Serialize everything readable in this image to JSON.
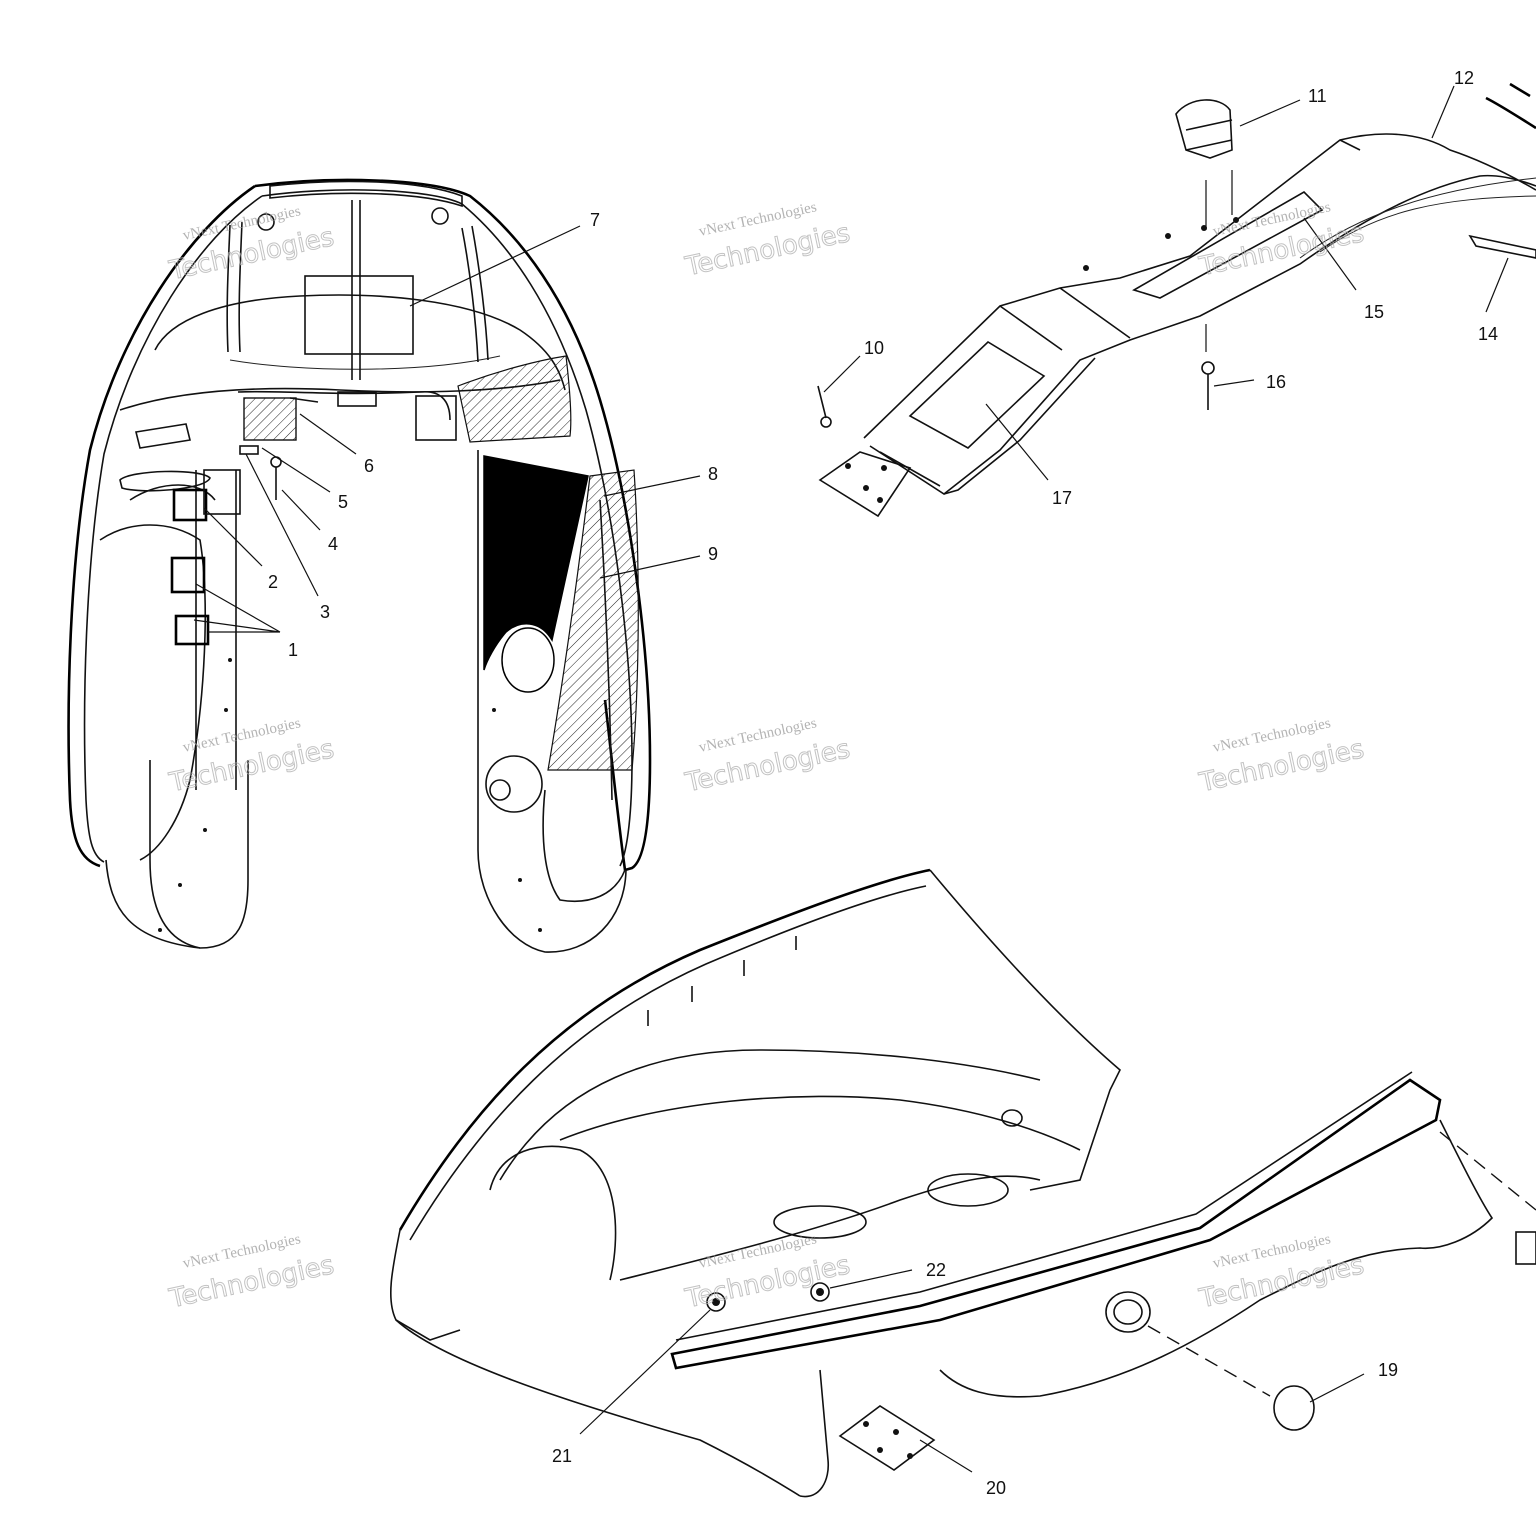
{
  "watermark": {
    "name": "vNext Technologies",
    "word": "Technologies"
  },
  "callouts": [
    {
      "id": "1",
      "label": "1"
    },
    {
      "id": "2",
      "label": "2"
    },
    {
      "id": "3",
      "label": "3"
    },
    {
      "id": "4",
      "label": "4"
    },
    {
      "id": "5",
      "label": "5"
    },
    {
      "id": "6",
      "label": "6"
    },
    {
      "id": "7",
      "label": "7"
    },
    {
      "id": "8",
      "label": "8"
    },
    {
      "id": "9",
      "label": "9"
    },
    {
      "id": "10",
      "label": "10"
    },
    {
      "id": "11",
      "label": "11"
    },
    {
      "id": "12",
      "label": "12"
    },
    {
      "id": "14",
      "label": "14"
    },
    {
      "id": "15",
      "label": "15"
    },
    {
      "id": "16",
      "label": "16"
    },
    {
      "id": "17",
      "label": "17"
    },
    {
      "id": "19",
      "label": "19"
    },
    {
      "id": "20",
      "label": "20"
    },
    {
      "id": "21",
      "label": "21"
    },
    {
      "id": "22",
      "label": "22"
    }
  ]
}
